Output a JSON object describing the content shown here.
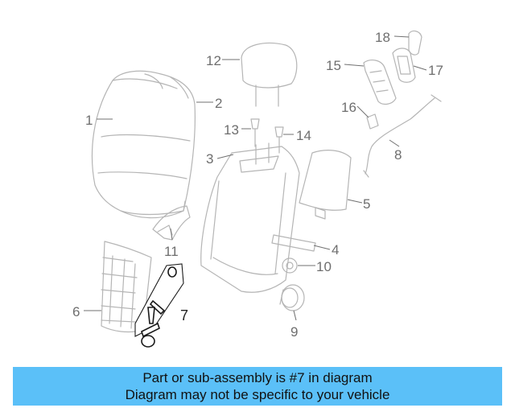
{
  "callouts": {
    "c1": "1",
    "c2": "2",
    "c3": "3",
    "c4": "4",
    "c5": "5",
    "c6": "6",
    "c7": "7",
    "c8": "8",
    "c9": "9",
    "c10": "10",
    "c11": "11",
    "c12": "12",
    "c13": "13",
    "c14": "14",
    "c15": "15",
    "c16": "16",
    "c17": "17",
    "c18": "18"
  },
  "banner": {
    "line1": "Part or sub-assembly is #7 in diagram",
    "line2": "Diagram may not be specific to your vehicle"
  },
  "colors": {
    "banner_bg": "#5bc0f8",
    "highlight_outline": "#1a1a1a",
    "part_outline": "#b5b5b5",
    "callout_text": "#6e6e6e"
  }
}
